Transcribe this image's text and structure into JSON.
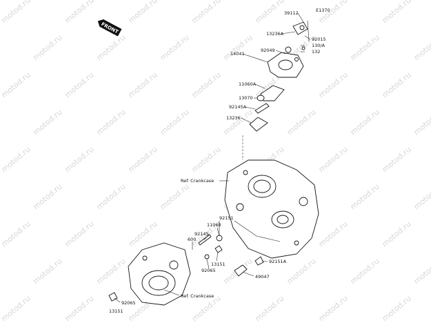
{
  "front_badge": "FRONT",
  "labels": {
    "p39112": "39112",
    "e1370": "E1370",
    "p13236a": "13236A",
    "p92015": "92015",
    "p130a": "130/A",
    "p132": "132",
    "p14041": "14041",
    "p92049": "92049",
    "p11060a": "11060A",
    "p13070": "13070",
    "p92145a": "92145A",
    "p13236": "13236",
    "rel_crankcase_1": "Ref. Crankcase",
    "p92151": "92151",
    "p11060": "11060",
    "p92145": "92145",
    "p600": "600",
    "p13151_a": "13151",
    "p92065_a": "92065",
    "p92151a": "92151A",
    "p49047": "49047",
    "rel_crankcase_2": "Ref. Crankcase",
    "p92065_b": "92065",
    "p13151_b": "13151"
  },
  "watermark": "motod.ru"
}
